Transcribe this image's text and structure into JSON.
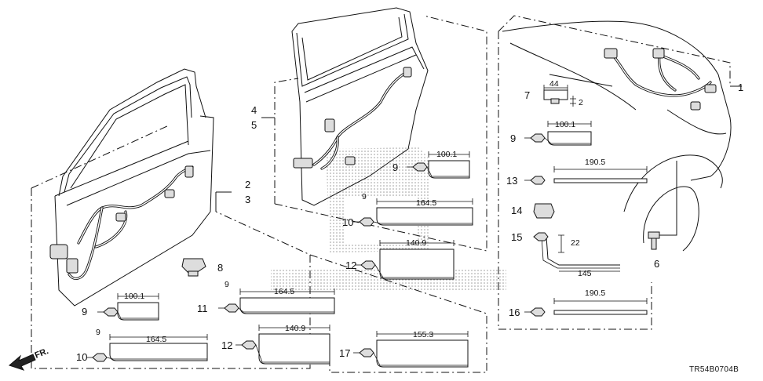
{
  "diagram_code": "TR54B0704B",
  "direction_label": "FR.",
  "callouts": {
    "p1": "1",
    "p2": "2",
    "p3": "3",
    "p4": "4",
    "p5": "5",
    "p6": "6",
    "p7": "7",
    "p8": "8",
    "p14": "14",
    "p9a": "9",
    "p9b": "9",
    "p9c": "9",
    "p10a": "10",
    "p10b": "10",
    "p11": "11",
    "p12a": "12",
    "p12b": "12",
    "p13": "13",
    "p15": "15",
    "p16": "16",
    "p17": "17"
  },
  "dimensions": {
    "d44": "44",
    "d2": "2",
    "d100_1_tr": "100.1",
    "d190_5_a": "190.5",
    "d22": "22",
    "d145": "145",
    "d190_5_b": "190.5",
    "d100_1_mid": "100.1",
    "d9_mid": "9",
    "d164_5_mid": "164.5",
    "d140_9_mid": "140.9",
    "d100_1_bl": "100.1",
    "d9_b11": "9",
    "d164_5_b11": "164.5",
    "d9_b10": "9",
    "d164_5_b10": "164.5",
    "d140_9_b12": "140.9",
    "d155_3_b17": "155.3"
  }
}
